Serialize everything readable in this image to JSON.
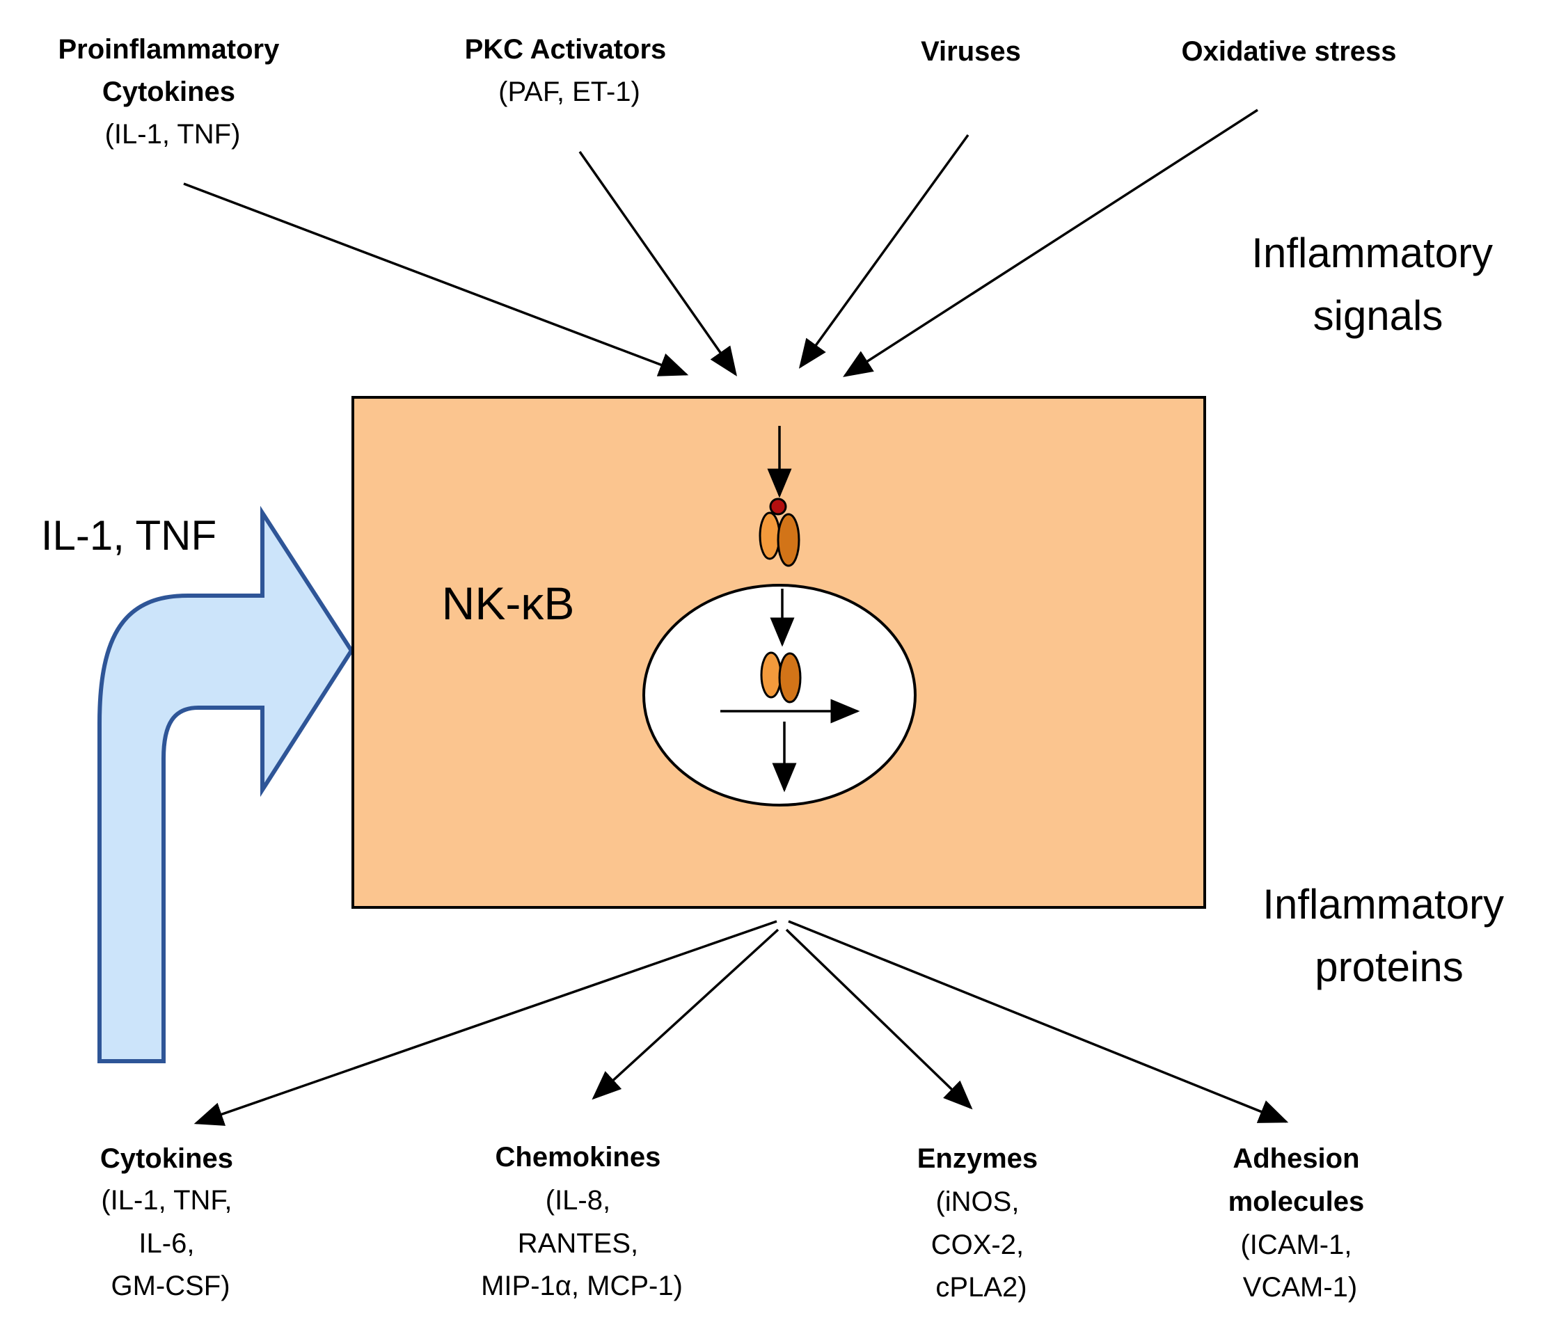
{
  "inputs": [
    {
      "title_lines": [
        "Proinflammatory",
        "Cytokines"
      ],
      "detail_lines": [
        "(IL-1, TNF)"
      ]
    },
    {
      "title_lines": [
        "PKC Activators"
      ],
      "detail_lines": [
        "(PAF, ET-1)"
      ]
    },
    {
      "title_lines": [
        "Viruses"
      ],
      "detail_lines": []
    },
    {
      "title_lines": [
        "Oxidative stress"
      ],
      "detail_lines": []
    }
  ],
  "signals_label": [
    "Inflammatory",
    "signals"
  ],
  "proteins_label": [
    "Inflammatory",
    "proteins"
  ],
  "cell_label": "NK-κB",
  "feedback_label": "IL-1, TNF",
  "outputs": [
    {
      "title_lines": [
        "Cytokines"
      ],
      "detail_lines": [
        "(IL-1, TNF,",
        "IL-6,",
        "GM-CSF)"
      ]
    },
    {
      "title_lines": [
        "Chemokines"
      ],
      "detail_lines": [
        "(IL-8,",
        "RANTES,",
        "MIP-1α, MCP-1)"
      ]
    },
    {
      "title_lines": [
        "Enzymes"
      ],
      "detail_lines": [
        "(iNOS,",
        "COX-2,",
        "cPLA2)"
      ]
    },
    {
      "title_lines": [
        "Adhesion",
        "molecules"
      ],
      "detail_lines": [
        "(ICAM-1,",
        "VCAM-1)"
      ]
    }
  ],
  "colors": {
    "cell_fill": "#FBC58F",
    "nucleus_fill": "#FFFFFF",
    "feedback_fill": "#CCE4FA",
    "feedback_stroke": "#2E5597",
    "subunit_light": "#F39A3C",
    "subunit_dark": "#D27418",
    "phospho_dot": "#B30F0F"
  }
}
